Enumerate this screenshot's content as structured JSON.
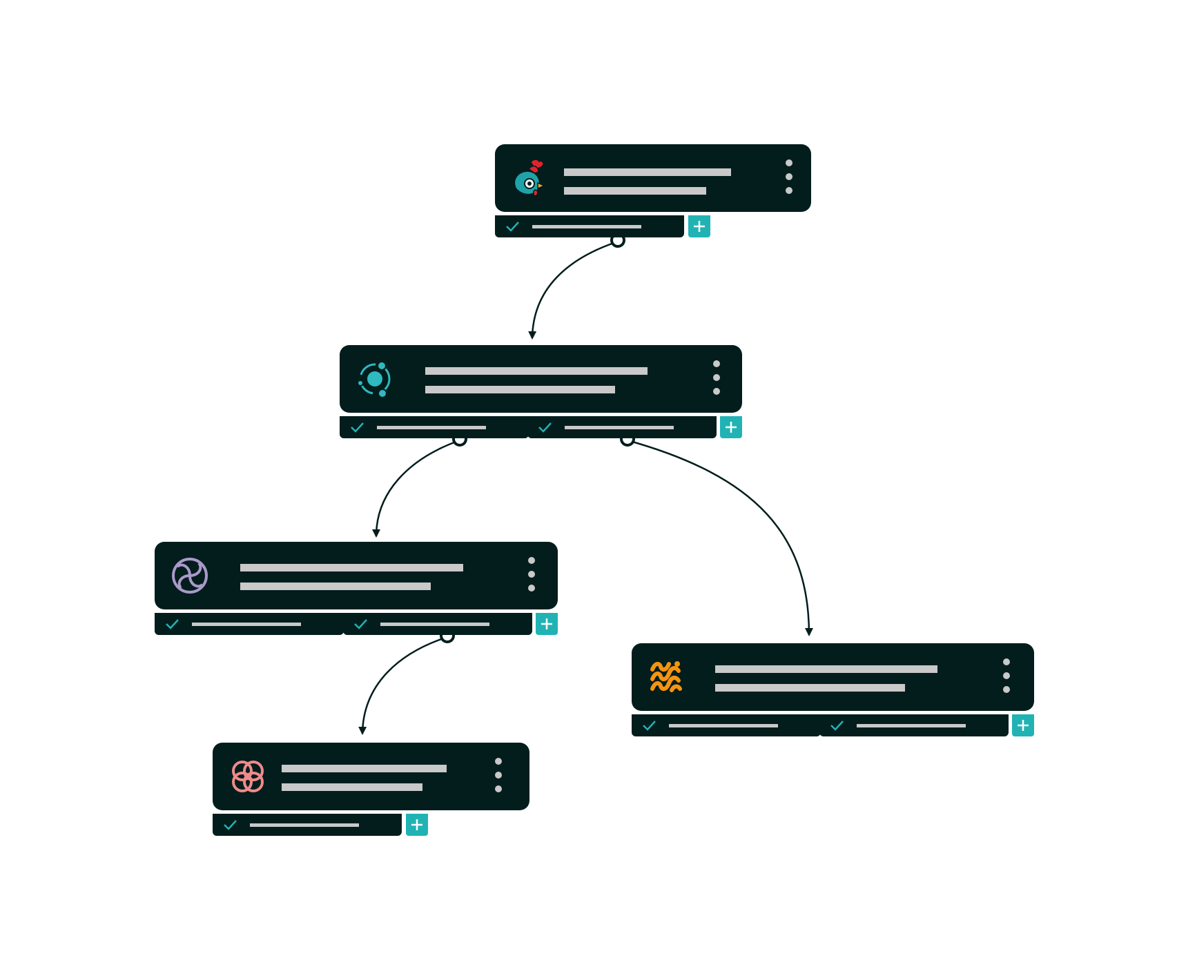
{
  "diagram": {
    "kind": "workflow-tree",
    "colors": {
      "node_fill": "#031d1d",
      "placeholder_bar": "#c9c9c9",
      "add_button": "#21b3b4",
      "check": "#21b3b4",
      "connector": "#031d1d",
      "port_fill": "#ffffff"
    },
    "nodes": [
      {
        "id": "node-rooster",
        "icon": "rooster-icon",
        "icon_color": "#1fa3a8",
        "outputs": 1
      },
      {
        "id": "node-orbit",
        "icon": "orbit-icon",
        "icon_color": "#2fb9c0",
        "outputs": 2
      },
      {
        "id": "node-swirl",
        "icon": "swirl-icon",
        "icon_color": "#a99ac9",
        "outputs": 2
      },
      {
        "id": "node-loops",
        "icon": "loops-icon",
        "icon_color": "#f08a8a",
        "outputs": 1
      },
      {
        "id": "node-waves",
        "icon": "waves-icon",
        "icon_color": "#f5940f",
        "outputs": 2
      }
    ],
    "edges": [
      {
        "from": "node-rooster",
        "from_output": 1,
        "to": "node-orbit"
      },
      {
        "from": "node-orbit",
        "from_output": 1,
        "to": "node-swirl"
      },
      {
        "from": "node-orbit",
        "from_output": 2,
        "to": "node-waves"
      },
      {
        "from": "node-swirl",
        "from_output": 2,
        "to": "node-loops"
      }
    ],
    "icons": {
      "menu": "more-vertical-icon",
      "status": "check-icon",
      "add": "plus-icon"
    }
  }
}
